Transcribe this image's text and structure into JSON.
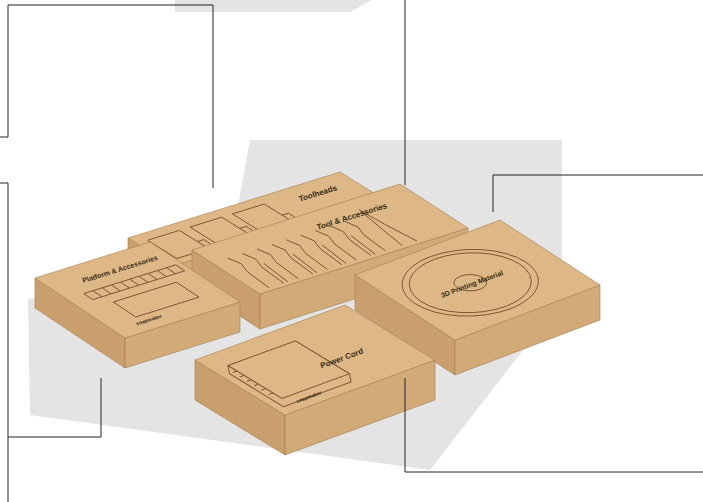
{
  "diagram": {
    "labels": [
      "Toolheads",
      "Tool & Accessories",
      "3D Printing Material",
      "Platform & Accessories",
      "Power Cord",
      "snapmaker",
      "snapmaker"
    ]
  }
}
